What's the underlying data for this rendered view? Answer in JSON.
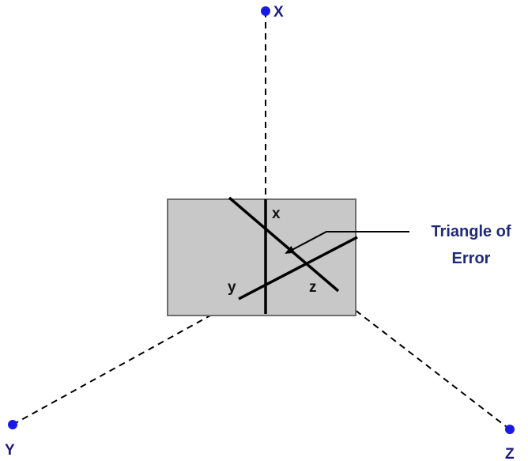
{
  "stations": [
    {
      "id": "X",
      "label": "X"
    },
    {
      "id": "Y",
      "label": "Y"
    },
    {
      "id": "Z",
      "label": "Z"
    }
  ],
  "ray_labels": {
    "x": "x",
    "y": "y",
    "z": "z"
  },
  "callout": {
    "line1": "Triangle of",
    "line2": "Error"
  },
  "colors": {
    "station": "#1a1ae6",
    "station_label": "#1a1a80",
    "callout_text": "#1f2a7a",
    "box_fill": "#c8c8c8",
    "box_stroke": "#6e6e6e",
    "lines": "#000000"
  }
}
